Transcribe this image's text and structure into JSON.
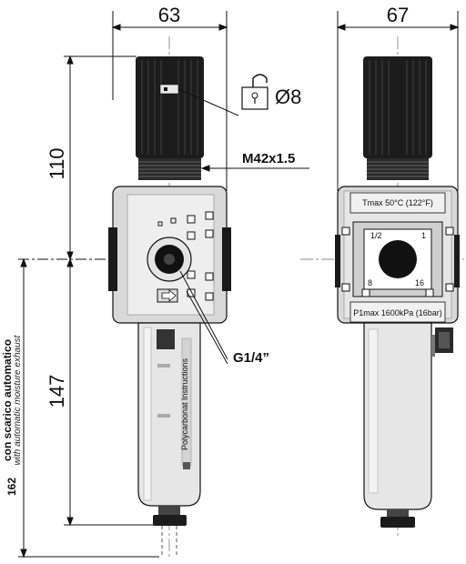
{
  "dimensions": {
    "width_front": "63",
    "width_side": "67",
    "height_upper": "110",
    "height_lower": "147",
    "height_total": "162"
  },
  "labels": {
    "knob_lock_size": "Ø8",
    "thread": "M42x1.5",
    "port": "G1/4”",
    "total_note_it": "con scarico automatico",
    "total_note_en": "with automatic moisture exhaust"
  },
  "product_text": {
    "bowl_instructions": "Polycarbonat Instructions",
    "tmax": "Tmax 50°C (122°F)",
    "pmax": "P1max 1600kPa (16bar)",
    "gauge_left": "1/2",
    "gauge_right": "1",
    "gauge_small_a": "8",
    "gauge_small_b": "16"
  },
  "colors": {
    "knob": "#1c1c1c",
    "body": "#d9d9d9",
    "bowl": "#e6e6e6",
    "line": "#111111"
  }
}
